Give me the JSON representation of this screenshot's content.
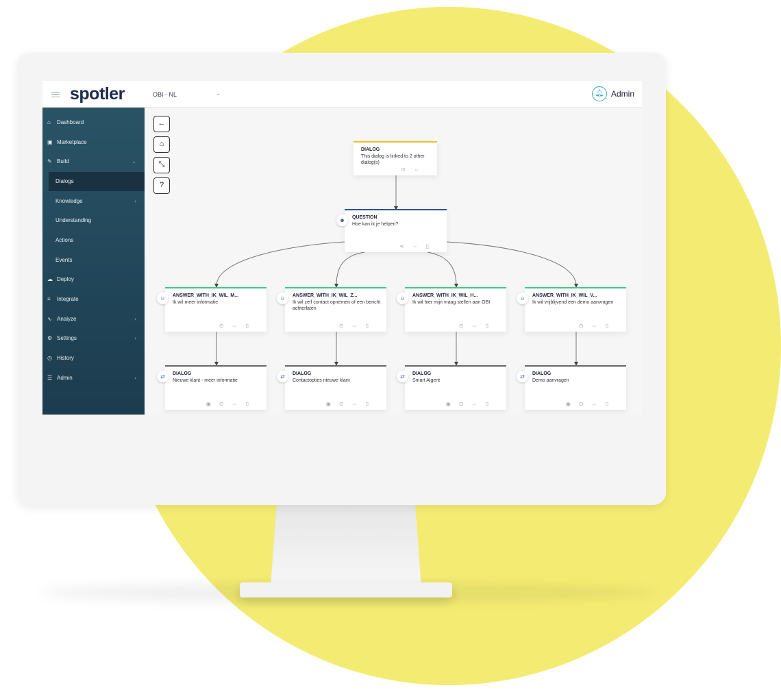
{
  "header": {
    "logo": "spotler",
    "project": "OBI - NL",
    "user": "Admin"
  },
  "sidebar": {
    "items": [
      {
        "label": "Dashboard",
        "icon": "home-icon"
      },
      {
        "label": "Marketplace",
        "icon": "gift-icon"
      },
      {
        "label": "Build",
        "icon": "pencil-icon"
      },
      {
        "label": "Dialogs"
      },
      {
        "label": "Knowledge"
      },
      {
        "label": "Understanding"
      },
      {
        "label": "Actions"
      },
      {
        "label": "Events"
      },
      {
        "label": "Deploy",
        "icon": "cloud-upload-icon"
      },
      {
        "label": "Integrate",
        "icon": "layers-icon"
      },
      {
        "label": "Analyze",
        "icon": "activity-icon"
      },
      {
        "label": "Settings",
        "icon": "gear-icon"
      },
      {
        "label": "History",
        "icon": "clock-icon"
      },
      {
        "label": "Admin",
        "icon": "sliders-icon"
      }
    ]
  },
  "flow": {
    "root": {
      "type": "DIALOG",
      "text": "This dialog is linked to 2 other dialog(s)",
      "color": "#f0c020"
    },
    "question": {
      "type": "QUESTION",
      "text": "Hoe kan ik je helpen?",
      "color": "#2d4fa0"
    },
    "answers": [
      {
        "type": "ANSWER_WITH_IK_WIL_M...",
        "text": "Ik wil meer informatie"
      },
      {
        "type": "ANSWER_WITH_IK_WIL_Z...",
        "text": "Ik wil zelf contact opnemen of een bericht achterlaten"
      },
      {
        "type": "ANSWER_WITH_IK_WIL_H...",
        "text": "Ik wil hier mijn vraag stellen aan OBI"
      },
      {
        "type": "ANSWER_WITH_IK_WIL_V...",
        "text": "Ik wil vrijblijvend een demo aanvragen"
      }
    ],
    "dialogs": [
      {
        "type": "DIALOG",
        "text": "Nieuwe klant - meer informatie"
      },
      {
        "type": "DIALOG",
        "text": "Contactopties nieuwe klant"
      },
      {
        "type": "DIALOG",
        "text": "Smart Algent"
      },
      {
        "type": "DIALOG",
        "text": "Demo aanvragen"
      }
    ],
    "answer_color": "#3cc88a"
  }
}
